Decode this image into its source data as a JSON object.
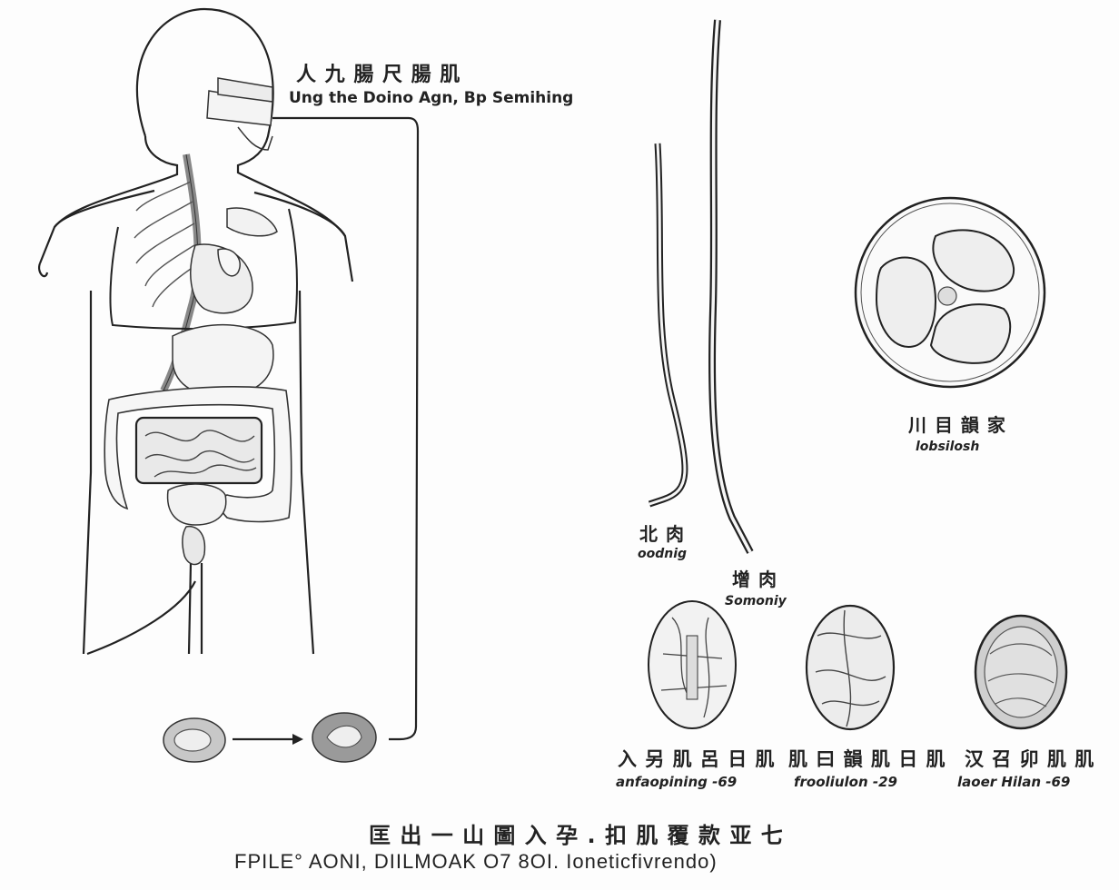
{
  "labels": {
    "header_cjk": "人 九 腸 尺 腸 肌",
    "header_sub": "Ung the Doino Agn, Bp Semihing",
    "circle_cjk": "川 目 韻 家",
    "circle_sub": "lobsilosh",
    "rod_short_cjk": "北 肉",
    "rod_short_sub": "oodnig",
    "rod_long_cjk": "增 肉",
    "rod_long_sub": "Somoniy",
    "cell1_cjk": "入 另 肌 呂 日 肌",
    "cell1_sub": "anfaopining -69",
    "cell2_cjk": "肌 曰 韻 肌 日 肌",
    "cell2_sub": "frooliulon -29",
    "cell3_cjk": "汉 召 卯 肌 肌",
    "cell3_sub": "laoer Hilan -69",
    "caption_cjk": "匡 出 一 山 圖 入 孕 . 扣 肌 覆 款 亚 七",
    "caption_sub": "FPILE° AONI, DIILMOAK O7 8OI. Ioneticfivrendo)"
  },
  "colors": {
    "background": "#fdfdfd",
    "ink": "#222222",
    "shade": "#9a9a9a"
  }
}
